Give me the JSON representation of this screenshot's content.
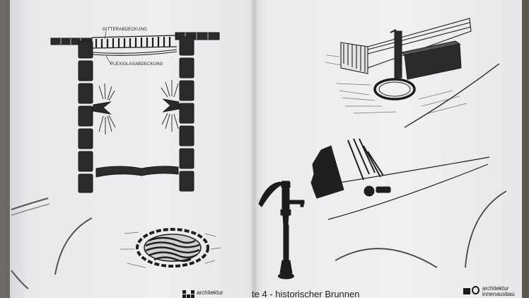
{
  "labels": {
    "gitterabdeckung": "GITTERABDECKUNG",
    "plexiglasabdeckung": "PLEXIGLASABDECKUNG"
  },
  "footer": {
    "title": "te 4 - historischer Brunnen",
    "logo_left_text": "architektur",
    "logo_right_line1": "architektur",
    "logo_right_line2": "innenausbau"
  }
}
